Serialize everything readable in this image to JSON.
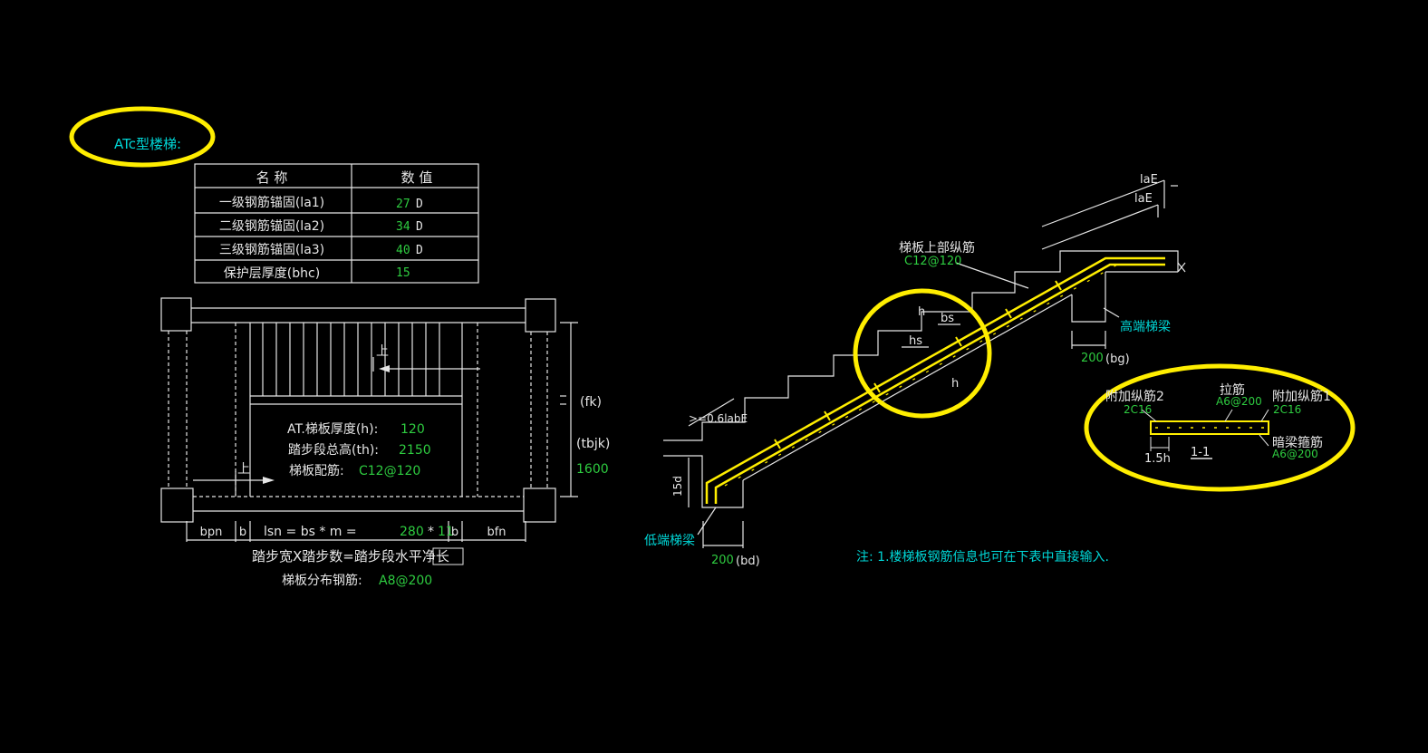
{
  "title": "ATc型楼梯:",
  "table": {
    "headers": [
      "名  称",
      "数  值"
    ],
    "rows": [
      {
        "name": "一级钢筋锚固(la1)",
        "value": "27",
        "unit": "D"
      },
      {
        "name": "二级钢筋锚固(la2)",
        "value": "34",
        "unit": "D"
      },
      {
        "name": "三级钢筋锚固(la3)",
        "value": "40",
        "unit": "D"
      },
      {
        "name": "保护层厚度(bhc)",
        "value": "15",
        "unit": ""
      }
    ]
  },
  "plan": {
    "up_label": "上",
    "thickness_label": "AT.梯板厚度(h):",
    "thickness_value": "120",
    "height_label": "踏步段总高(th):",
    "height_value": "2150",
    "rebar_label": "梯板配筋:",
    "rebar_value": "C12@120",
    "fk": "(fk)",
    "tbjk": "(tbjk)",
    "width_value": "1600",
    "bpn": "bpn",
    "b": "b",
    "lsn_prefix": "lsn = bs * m =",
    "bs_value": "280",
    "times": "*",
    "m_value": "11",
    "bfn": "bfn",
    "formula": "踏步宽X踏步数=踏步段水平净长",
    "dist_label": "梯板分布钢筋:",
    "dist_value": "A8@200"
  },
  "section": {
    "lae1": "laE",
    "lae2": "laE",
    "top_rebar_label": "梯板上部纵筋",
    "top_rebar_value": "C12@120",
    "high_beam": "高端梯梁",
    "bg_value": "200",
    "bg_label": "(bg)",
    "bs": "bs",
    "hs": "hs",
    "h1": "h",
    "h2": "h",
    "lower_anchor": ">=0.6labE",
    "d15": "15d",
    "low_beam": "低端梯梁",
    "bd_value": "200",
    "bd_label": "(bd)",
    "note": "注: 1.楼梯板钢筋信息也可在下表中直接输入."
  },
  "detail": {
    "add_rebar2": "附加纵筋2",
    "add_rebar2_value": "2C16",
    "tie": "拉筋",
    "tie_value": "A6@200",
    "add_rebar1": "附加纵筋1",
    "add_rebar1_value": "2C16",
    "stirrup": "暗梁箍筋",
    "stirrup_value": "A6@200",
    "dim": "1.5h",
    "section_mark": "1-1"
  },
  "colors": {
    "background": "#000000",
    "line": "#e6e6e6",
    "value_green": "#2ecc40",
    "label_cyan": "#00d7d7",
    "highlight_yellow": "#ffee00"
  }
}
